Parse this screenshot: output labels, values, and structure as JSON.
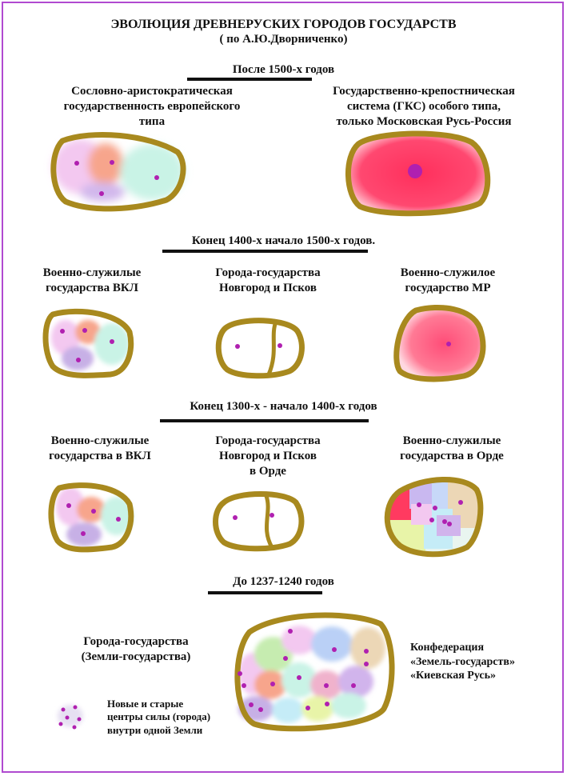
{
  "title": "ЭВОЛЮЦИЯ ДРЕВНЕРУСКИХ ГОРОДОВ ГОСУДАРСТВ",
  "subtitle": "( по А.Ю.Дворниченко)",
  "sections": [
    {
      "heading": "После 1500-х годов",
      "labels": [
        "Сословно-аристократическая\nгосударственность  европейского\nтипа",
        "Государственно-крепостническая\nсистема (ГКС) особого типа,\nтолько Московская Русь-Россия"
      ]
    },
    {
      "heading": "Конец 1400-х начало 1500-х годов.",
      "labels": [
        "Военно-служилые\nгосударства  ВКЛ",
        "Города-государства\nНовгород  и  Псков",
        "Военно-служилое\nгосударство  МР"
      ]
    },
    {
      "heading": "Конец 1300-х - начало 1400-х  годов",
      "labels": [
        "Военно-служилые\nгосударства в ВКЛ",
        "Города-государства\nНовгород  и  Псков\nв Орде",
        "Военно-служилые\nгосударства в Орде"
      ]
    },
    {
      "heading": "До 1237-1240 годов",
      "labels": [
        "Города-государства\n(Земли-государства)",
        "Конфедерация\n«Земель-государств»\n«Киевская Русь»",
        "Новые и старые\nцентры силы (города)\nвнутри  одной Земли"
      ]
    }
  ],
  "colors": {
    "frame": "#b04ad0",
    "outline": "#a8891e",
    "dot": "#b020b0",
    "moscow_red": "#ff3d6a"
  }
}
